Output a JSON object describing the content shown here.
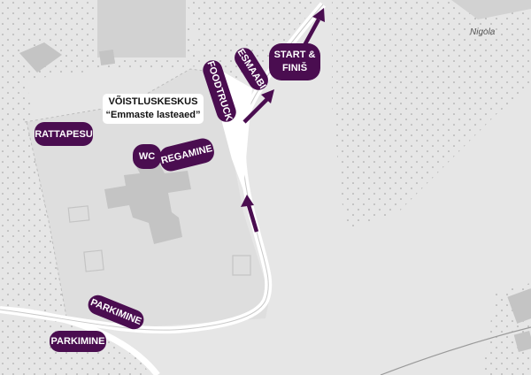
{
  "map": {
    "venue_title": "VÕISTLUSKESKUS",
    "venue_subtitle": "“Emmaste lasteaed”",
    "place_name": "Nigola",
    "labels": {
      "rattapesu": "RATTAPESU",
      "wc": "WC",
      "regamine": "REGAMINE",
      "foodtruck": "FOODTRUCK",
      "esmaabi": "ESMAABI",
      "start_line1": "START &",
      "start_line2": "FINIŠ",
      "parkimine_1": "PARKIMINE",
      "parkimine_2": "PARKIMINE"
    },
    "colors": {
      "accent": "#4a0d50",
      "background": "#e6e6e6",
      "building": "#c4c4c4",
      "road": "#ffffff"
    },
    "icons": [
      "route-arrow-icon"
    ]
  }
}
